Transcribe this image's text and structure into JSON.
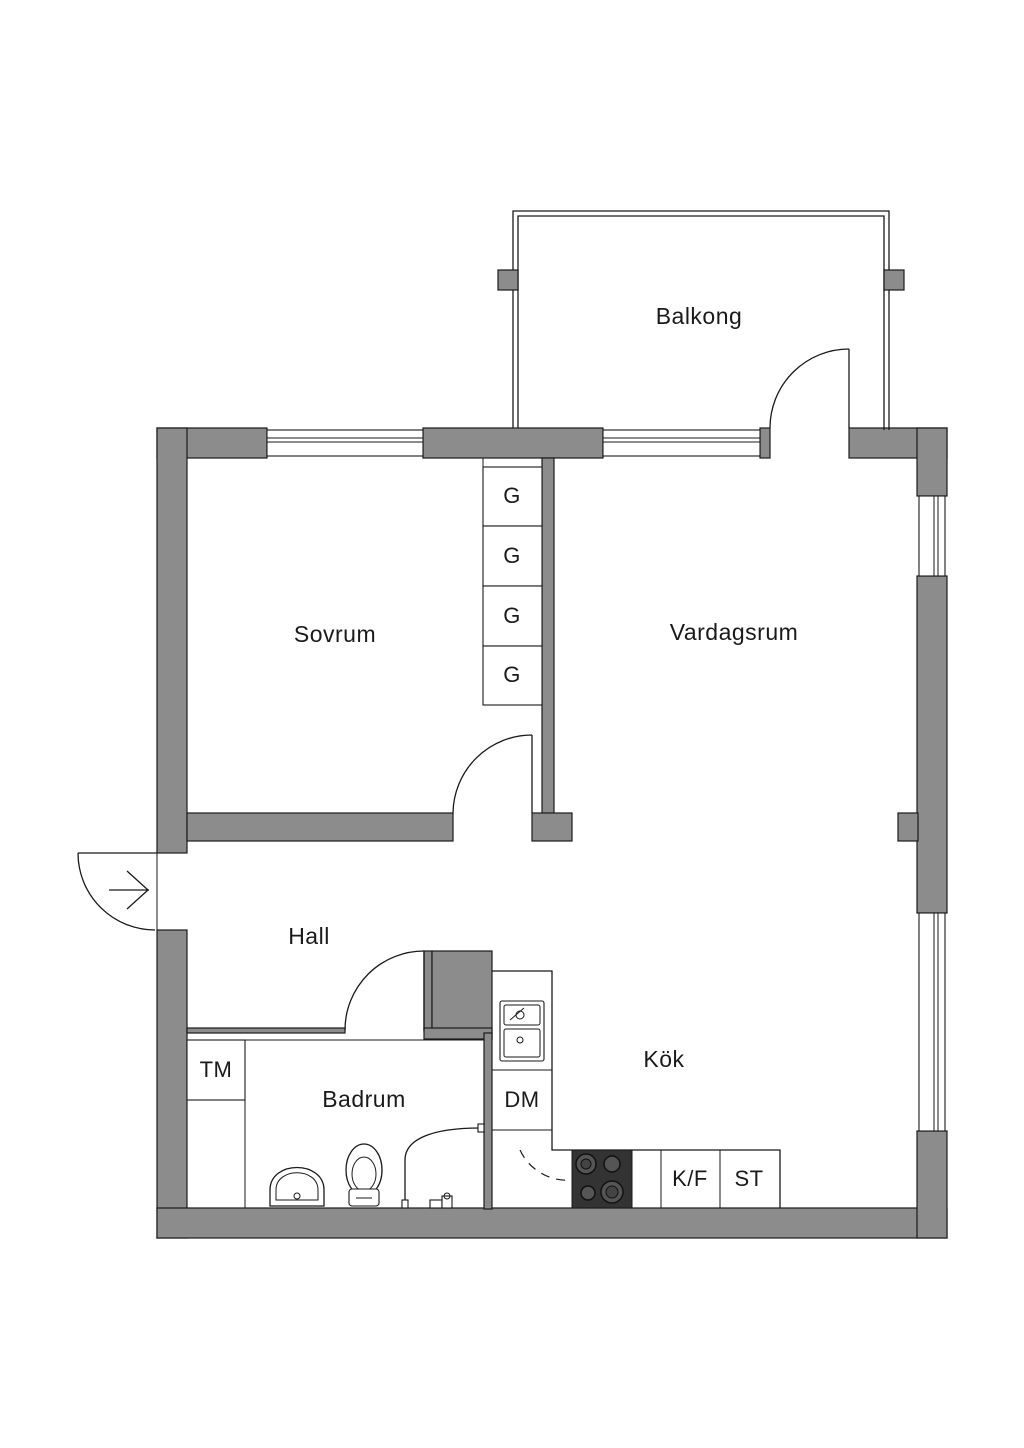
{
  "rooms": {
    "balcony": "Balkong",
    "bedroom": "Sovrum",
    "living": "Vardagsrum",
    "hall": "Hall",
    "kitchen": "Kök",
    "bathroom": "Badrum"
  },
  "fixtures": {
    "wardrobe": [
      "G",
      "G",
      "G",
      "G"
    ],
    "washer": "TM",
    "dishwasher": "DM",
    "fridge_freezer": "K/F",
    "storage": "ST"
  },
  "icons": {
    "entry": "entry-arrow-icon",
    "sink": "kitchen-sink-icon",
    "stove": "stove-icon",
    "basin": "wash-basin-icon",
    "toilet": "toilet-icon",
    "shower": "shower-icon"
  },
  "colors": {
    "wall": "#8c8c8c",
    "line": "#1a1a1a",
    "background": "#ffffff"
  }
}
